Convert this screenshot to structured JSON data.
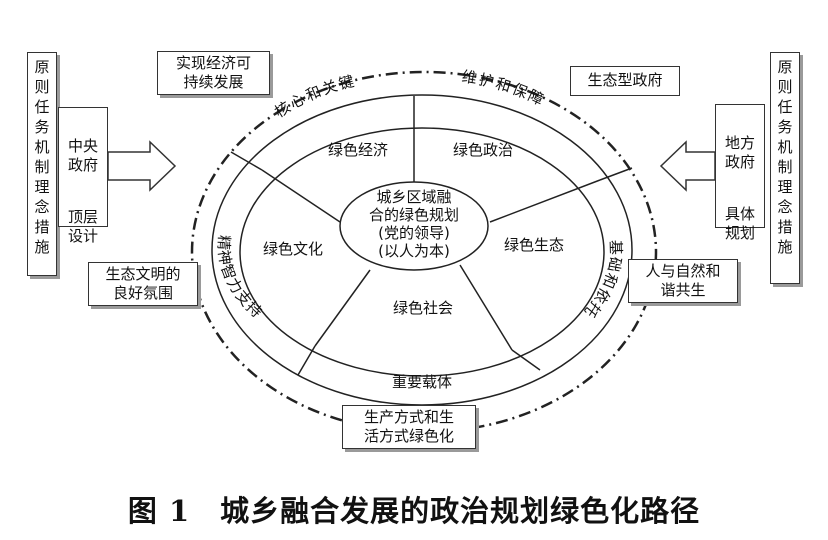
{
  "center": {
    "text": "城乡区域融\n合的绿色规划\n(党的领导)\n(以人为本)"
  },
  "sectors": {
    "green_economy": "绿色经济",
    "green_politics": "绿色政治",
    "green_culture": "绿色文化",
    "green_ecology": "绿色生态",
    "green_society": "绿色社会"
  },
  "ring": {
    "core_key": "核心和关键",
    "maintain_guarantee": "维护和保障",
    "spirit_support": "精神智力支持",
    "foundation_support": "基础和依托",
    "important_carrier": "重要载体"
  },
  "outer_boxes": {
    "sustainable": "实现经济可\n持续发展",
    "ecological_gov": "生态型政府",
    "eco_civilization": "生态文明的\n良好氛围",
    "harmony_nature": "人与自然和\n谐共生",
    "green_lifestyle": "生产方式和生\n活方式绿色化"
  },
  "left": {
    "principle": "原则任务机制理念措施",
    "central_gov": "中央\n政府",
    "top_design": "顶层\n设计"
  },
  "right": {
    "principle": "原则任务机制理念措施",
    "local_gov": "地方\n政府",
    "specific_plan": "具体\n规划"
  },
  "caption": "图 1　城乡融合发展的政治规划绿色化路径"
}
